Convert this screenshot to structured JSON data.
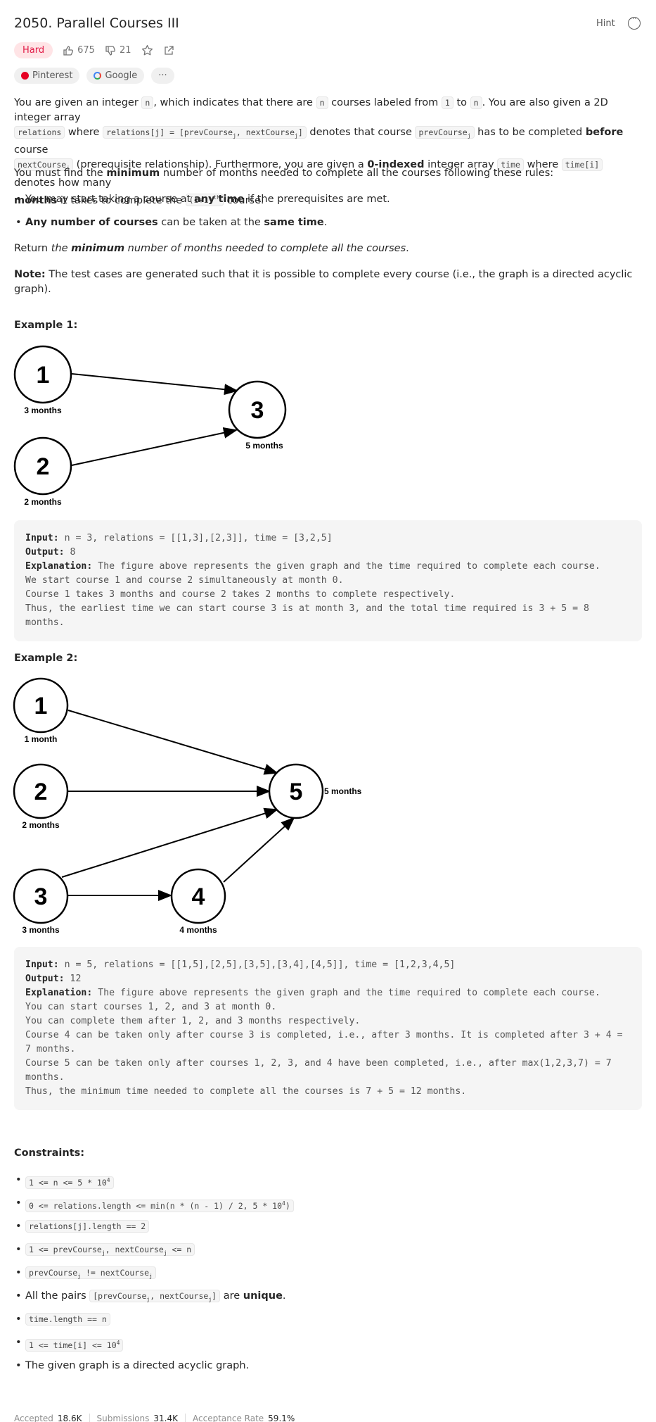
{
  "header": {
    "title": "2050. Parallel Courses III",
    "hint": "Hint",
    "difficulty": "Hard",
    "likes": "675",
    "dislikes": "21"
  },
  "tags": [
    "Pinterest",
    "Google",
    "···"
  ],
  "description": {
    "p1_a": "You are given an integer ",
    "p1_b": ", which indicates that there are ",
    "p1_c": " courses labeled from ",
    "p1_d": " to ",
    "p1_e": ". You are also given a 2D integer array",
    "p1_f": " where ",
    "p1_g": " denotes that course ",
    "p1_h": " has to be completed ",
    "p1_before": "before",
    "p1_i": " course",
    "p1_j": " (prerequisite relationship). Furthermore, you are given a ",
    "p1_zero": "0-indexed",
    "p1_k": " integer array ",
    "p1_l": " where ",
    "p1_m": " denotes how many",
    "p1_months": "months",
    "p1_n": " it takes to complete the ",
    "p1_o": " course.",
    "code_n": "n",
    "code_1": "1",
    "code_relations": "relations",
    "code_relations_j": "relations[j] = [prevCourse",
    "code_relations_j2": ", nextCourse",
    "code_relations_j3": "]",
    "code_prev": "prevCourse",
    "code_next": "nextCourse",
    "code_time": "time",
    "code_time_i": "time[i]",
    "code_i1": "(i+1)",
    "sup_th": "th",
    "sub_j": "j",
    "p2_a": "You must find the ",
    "p2_min": "minimum",
    "p2_b": " number of months needed to complete all the courses following these rules:",
    "b1_a": "You may start taking a course at ",
    "b1_any": "any time",
    "b1_b": " if the prerequisites are met.",
    "b2_any": "Any number of courses",
    "b2_a": " can be taken at the ",
    "b2_same": "same time",
    "b2_b": ".",
    "ret_a": "Return ",
    "ret_the": "the ",
    "ret_min": "minimum",
    "ret_b": " number of months needed to complete all the courses",
    "ret_c": ".",
    "note_lbl": "Note:",
    "note_txt": " The test cases are generated such that it is possible to complete every course (i.e., the graph is a directed acyclic graph)."
  },
  "example1": {
    "heading": "Example 1:",
    "nodes": [
      {
        "id": "1",
        "label": "3 months"
      },
      {
        "id": "2",
        "label": "2 months"
      },
      {
        "id": "3",
        "label": "5 months"
      }
    ],
    "input_lbl": "Input:",
    "input": " n = 3, relations = [[1,3],[2,3]], time = [3,2,5]",
    "output_lbl": "Output:",
    "output": " 8",
    "expl_lbl": "Explanation:",
    "lines": [
      " The figure above represents the given graph and the time required to complete each course.",
      "We start course 1 and course 2 simultaneously at month 0.",
      "Course 1 takes 3 months and course 2 takes 2 months to complete respectively.",
      "Thus, the earliest time we can start course 3 is at month 3, and the total time required is 3 + 5 = 8",
      "months."
    ]
  },
  "example2": {
    "heading": "Example 2:",
    "nodes": [
      {
        "id": "1",
        "label": "1 month"
      },
      {
        "id": "2",
        "label": "2 months"
      },
      {
        "id": "3",
        "label": "3 months"
      },
      {
        "id": "4",
        "label": "4 months"
      },
      {
        "id": "5",
        "label": "5 months"
      }
    ],
    "input_lbl": "Input:",
    "input": " n = 5, relations = [[1,5],[2,5],[3,5],[3,4],[4,5]], time = [1,2,3,4,5]",
    "output_lbl": "Output:",
    "output": " 12",
    "expl_lbl": "Explanation:",
    "lines": [
      " The figure above represents the given graph and the time required to complete each course.",
      "You can start courses 1, 2, and 3 at month 0.",
      "You can complete them after 1, 2, and 3 months respectively.",
      "Course 4 can be taken only after course 3 is completed, i.e., after 3 months. It is completed after 3 + 4 =",
      "7 months.",
      "Course 5 can be taken only after courses 1, 2, 3, and 4 have been completed, i.e., after max(1,2,3,7) = 7",
      "months.",
      "Thus, the minimum time needed to complete all the courses is 7 + 5 = 12 months."
    ]
  },
  "constraints": {
    "heading": "Constraints:",
    "c1": "1 <= n <= 5 * 10",
    "c1_sup": "4",
    "c2": "0 <= relations.length <= min(n * (n - 1) / 2, 5 * 10",
    "c2_sup": "4",
    "c2_end": ")",
    "c3": "relations[j].length == 2",
    "c4_a": "1 <= prevCourse",
    "c4_b": ", nextCourse",
    "c4_c": " <= n",
    "c5_a": "prevCourse",
    "c5_b": " != nextCourse",
    "c6_a": "All the pairs ",
    "c6_code_a": "[prevCourse",
    "c6_code_b": ", nextCourse",
    "c6_code_c": "]",
    "c6_b": " are ",
    "c6_unique": "unique",
    "c6_c": ".",
    "c7": "time.length == n",
    "c8": "1 <= time[i] <= 10",
    "c8_sup": "4",
    "c9": "The given graph is a directed acyclic graph."
  },
  "footer": {
    "accepted_lbl": "Accepted",
    "accepted": "18.6K",
    "submissions_lbl": "Submissions",
    "submissions": "31.4K",
    "rate_lbl": "Acceptance Rate",
    "rate": "59.1%"
  }
}
